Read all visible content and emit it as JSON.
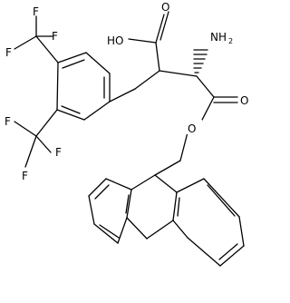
{
  "labels": {
    "f1": "F",
    "f2": "F",
    "f3": "F",
    "f4": "F",
    "f5": "F",
    "f6": "F",
    "hydroxyl": "HO",
    "carbonyl_acid_o": "O",
    "amine_main": "NH",
    "amine_sub": "2",
    "carbonyl_ester_o": "O",
    "ester_o": "O"
  }
}
